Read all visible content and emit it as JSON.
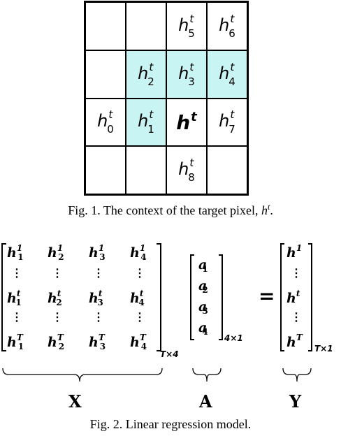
{
  "figure1": {
    "cells": [
      {
        "text": "",
        "sub": ""
      },
      {
        "text": "",
        "sub": ""
      },
      {
        "text": "h",
        "sub": "5"
      },
      {
        "text": "h",
        "sub": "6"
      },
      {
        "text": "",
        "sub": ""
      },
      {
        "text": "h",
        "sub": "2"
      },
      {
        "text": "h",
        "sub": "3"
      },
      {
        "text": "h",
        "sub": "4"
      },
      {
        "text": "h",
        "sub": "0"
      },
      {
        "text": "h",
        "sub": "1"
      },
      {
        "text": "h",
        "sub": ""
      },
      {
        "text": "h",
        "sub": "7"
      },
      {
        "text": "",
        "sub": ""
      },
      {
        "text": "",
        "sub": ""
      },
      {
        "text": "h",
        "sub": "8"
      },
      {
        "text": "",
        "sub": ""
      }
    ],
    "superscript": "t",
    "highlight_color": "#c8f4f4",
    "caption": "Fig. 1. The context of the target pixel, ",
    "caption_var": "h",
    "caption_sup": "t",
    "caption_end": "."
  },
  "figure2": {
    "X_rows": [
      [
        "h",
        "1",
        "1"
      ],
      [
        "h",
        "2",
        "1"
      ],
      [
        "h",
        "3",
        "1"
      ],
      [
        "h",
        "4",
        "1"
      ]
    ],
    "X_mid": [
      [
        "h",
        "1",
        "t"
      ],
      [
        "h",
        "2",
        "t"
      ],
      [
        "h",
        "3",
        "t"
      ],
      [
        "h",
        "4",
        "t"
      ]
    ],
    "X_last": [
      [
        "h",
        "1",
        "T"
      ],
      [
        "h",
        "2",
        "T"
      ],
      [
        "h",
        "3",
        "T"
      ],
      [
        "h",
        "4",
        "T"
      ]
    ],
    "X_dim": "T×4",
    "A_entries": [
      "a",
      "a",
      "a",
      "a"
    ],
    "A_subs": [
      "1",
      "2",
      "3",
      "4"
    ],
    "A_dim": "4×1",
    "equals": "=",
    "Y_top": "h",
    "Y_top_sup": "1",
    "Y_mid": "h",
    "Y_mid_sup": "t",
    "Y_last": "h",
    "Y_last_sup": "T",
    "Y_dim": "T×1",
    "vdots": "⋮",
    "label_X": "X",
    "label_A": "A",
    "label_Y": "Y",
    "caption": "Fig. 2. Linear regression model."
  }
}
